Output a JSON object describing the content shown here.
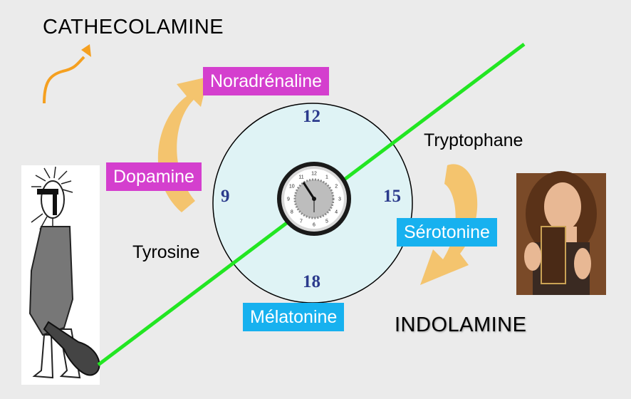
{
  "titles": {
    "cathecolamine": "CATHECOLAMINE",
    "indolamine": "INDOLAMINE"
  },
  "labels": {
    "noradrenaline": "Noradrénaline",
    "dopamine": "Dopamine",
    "tyrosine": "Tyrosine",
    "tryptophane": "Tryptophane",
    "serotonine": "Sérotonine",
    "melatonine": "Mélatonine"
  },
  "clock_hours": {
    "h12": "12",
    "h9": "9",
    "h15": "15",
    "h18": "18"
  },
  "small_clock_numbers": [
    "12",
    "1",
    "2",
    "3",
    "4",
    "5",
    "6",
    "7",
    "8",
    "9",
    "10",
    "11"
  ],
  "colors": {
    "background": "#ebebeb",
    "circle_fill": "#dff3f5",
    "line": "#22e622",
    "arrow": "#f4c46e",
    "tag_magenta": "#d43fce",
    "tag_blue": "#17b1ef",
    "hour_text": "#2b3a8c",
    "small_arrow": "#f5a020"
  },
  "images": {
    "left": "caveman-cartoon",
    "right": "woman-eating-chocolate"
  }
}
